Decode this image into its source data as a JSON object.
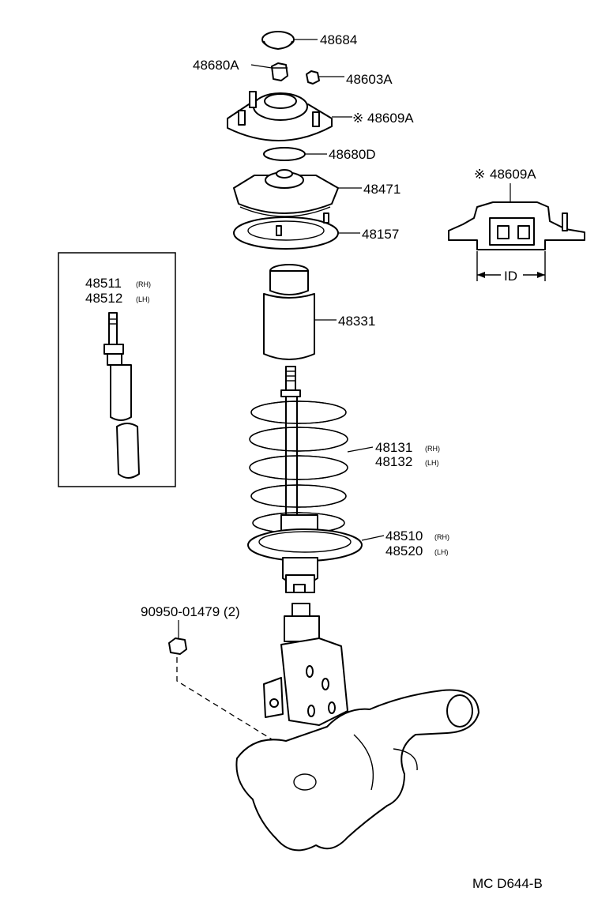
{
  "labels": {
    "cap": "48684",
    "nut_upper": "48680A",
    "nut_small": "48603A",
    "support": "48609A",
    "support_mark": "※",
    "washer": "48680D",
    "seat_upper": "48471",
    "insulator": "48157",
    "bumper": "48331",
    "spring_rh": "48131",
    "spring_lh": "48132",
    "strut_rh": "48510",
    "strut_lh": "48520",
    "bolt": "90950-01479 (2)",
    "detail_support": "48609A",
    "detail_mark": "※",
    "dim_id": "ID",
    "cartridge_rh": "48511",
    "cartridge_lh": "48512",
    "rh_suffix": "(RH)",
    "lh_suffix": "(LH)",
    "spring_rh_suffix": "(RH)",
    "spring_lh_suffix": "(LH)",
    "strut_rh_suffix": "(RH)",
    "strut_lh_suffix": "(LH)",
    "diagram_code": "MC  D644-B"
  }
}
